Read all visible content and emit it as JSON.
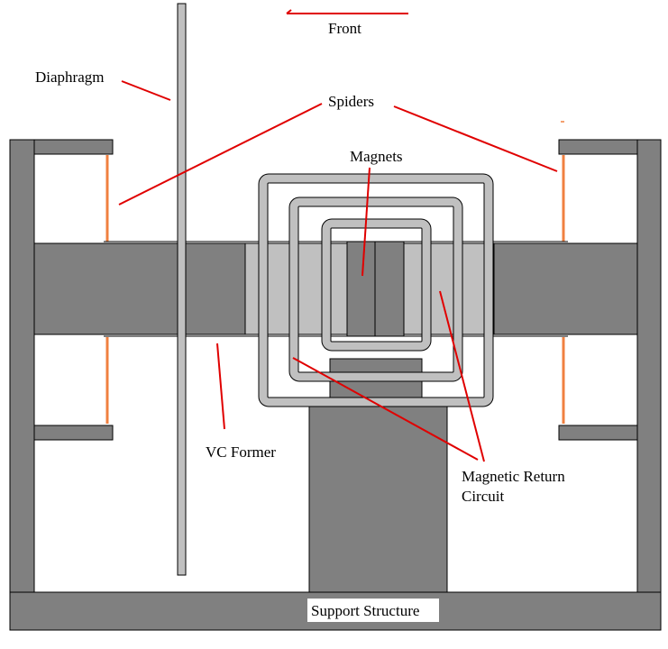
{
  "colors": {
    "background": "#ffffff",
    "structure": "#808080",
    "structure_light": "#c0c0c0",
    "outline": "#000000",
    "leader_line": "#e00000",
    "spider": "#f08040"
  },
  "labels": {
    "front": "Front",
    "diaphragm": "Diaphragm",
    "spiders": "Spiders",
    "magnets": "Magnets",
    "vc_former": "VC Former",
    "magnetic_return_line1": "Magnetic Return",
    "magnetic_return_line2": "Circuit",
    "support_structure": "Support Structure"
  }
}
